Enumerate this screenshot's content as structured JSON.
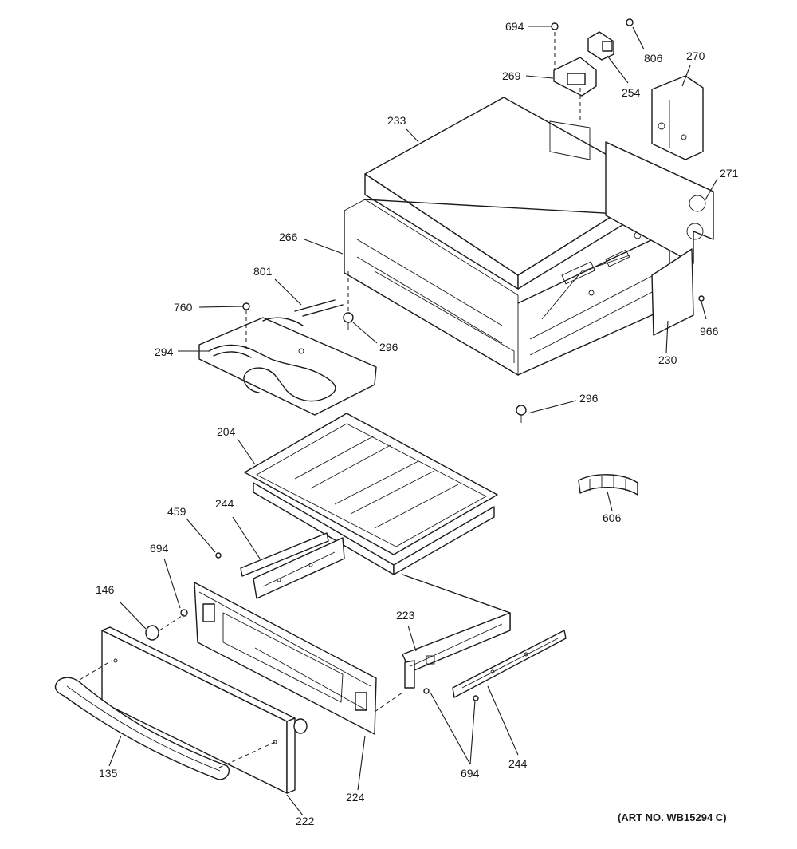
{
  "art_number": "(ART NO. WB15294 C)",
  "callouts": {
    "c694_top": "694",
    "c806": "806",
    "c270": "270",
    "c269": "269",
    "c254": "254",
    "c233": "233",
    "c271": "271",
    "c266": "266",
    "c801": "801",
    "c760": "760",
    "c296_a": "296",
    "c294": "294",
    "c966": "966",
    "c230": "230",
    "c296_b": "296",
    "c204": "204",
    "c606": "606",
    "c459": "459",
    "c244_a": "244",
    "c694_mid": "694",
    "c146": "146",
    "c223": "223",
    "c135": "135",
    "c224": "224",
    "c694_bot": "694",
    "c244_b": "244",
    "c222": "222"
  }
}
